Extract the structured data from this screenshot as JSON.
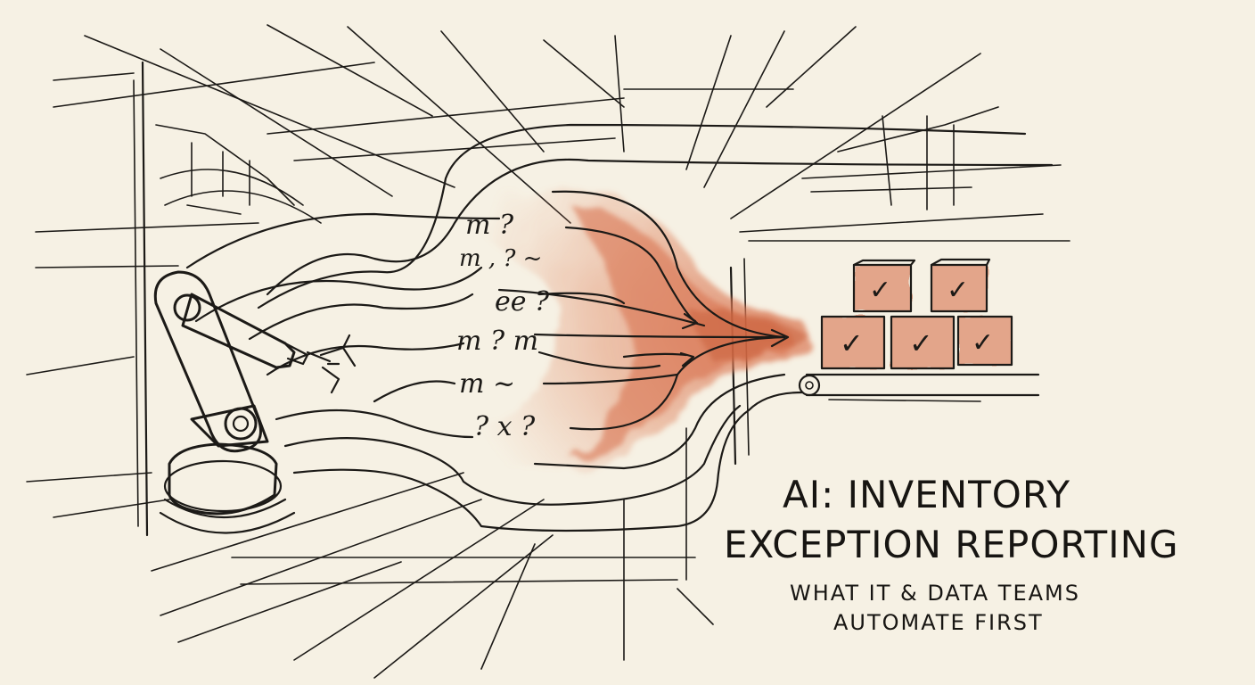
{
  "title": {
    "line1": "AI: INVENTORY",
    "line2": "EXCEPTION REPORTING"
  },
  "subtitle": {
    "line1": "WHAT IT & DATA TEAMS",
    "line2": "AUTOMATE FIRST"
  },
  "scribbles": [
    "m ?",
    "m , ? ~",
    "ee ?",
    "m ? m",
    "m ~",
    "? x ?"
  ],
  "checkbox_glyph": "✓",
  "colors": {
    "paper": "#f6f1e4",
    "ink": "#1c1a17",
    "watercolor": "#d9734f",
    "box_fill": "#e3a58a"
  },
  "illustration": {
    "elements": [
      "robotic-arm-icon",
      "conveyor-belt",
      "checked-box-icon",
      "flow-arrow-icon",
      "question-mark-icon"
    ],
    "checked_boxes": 5
  }
}
